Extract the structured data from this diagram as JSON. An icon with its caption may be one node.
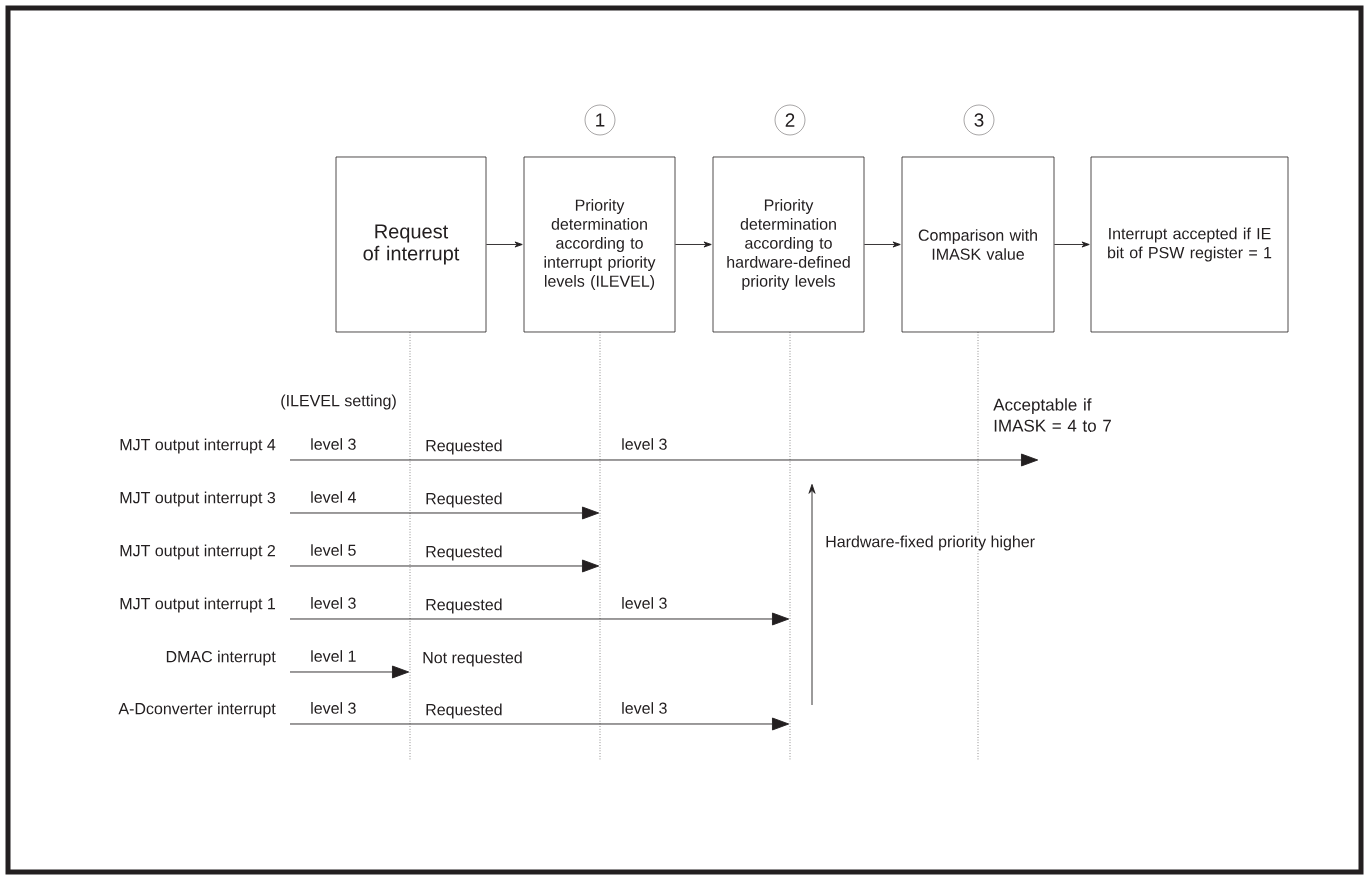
{
  "diagram": {
    "nodes": [
      {
        "text": [
          "1"
        ]
      },
      {
        "text": [
          "2"
        ]
      },
      {
        "text": [
          "3"
        ]
      },
      {
        "text": [
          "Request of interrupt"
        ]
      },
      {
        "text": [
          "Priority determination according to interrupt priority levels (ILEVEL)"
        ]
      },
      {
        "text": [
          "Priority determination according to hardware-defined priority levels"
        ]
      },
      {
        "text": [
          "Comparison with IMASK value"
        ]
      },
      {
        "text": [
          "Interrupt accepted if IE bit of PSW register = 1"
        ]
      },
      {
        "text": [
          "MJT output interrupt 4"
        ]
      },
      {
        "text": [
          "MJT output interrupt 3"
        ]
      },
      {
        "text": [
          "MJT output interrupt 2"
        ]
      },
      {
        "text": [
          "MJT output interrupt 1"
        ]
      },
      {
        "text": [
          "DMAC interrupt"
        ]
      },
      {
        "text": [
          "A-Dconverter interrupt"
        ]
      }
    ],
    "edges": [
      {
        "from": 3,
        "to": 4,
        "arrow": "to"
      },
      {
        "from": 4,
        "to": 5,
        "arrow": "to"
      },
      {
        "from": 5,
        "to": 6,
        "arrow": "to"
      },
      {
        "from": 6,
        "to": 7,
        "arrow": "to"
      },
      {
        "from": 8,
        "to": null,
        "arrow": "to"
      },
      {
        "from": 9,
        "to": null,
        "arrow": "to"
      },
      {
        "from": 10,
        "to": null,
        "arrow": "to"
      },
      {
        "from": 11,
        "to": null,
        "arrow": "to"
      },
      {
        "from": 12,
        "to": null,
        "arrow": "to"
      },
      {
        "from": 13,
        "to": null,
        "arrow": "to"
      }
    ],
    "labels": [
      "(ILEVEL setting)",
      "Acceptable if IMASK = 4 to 7",
      "level 3",
      "Requested",
      "level 3",
      "level 4",
      "Requested",
      "level 5",
      "Requested",
      "Hardware-fixed priority higher",
      "level 3",
      "Requested",
      "level 3",
      "level 1",
      "Not requested",
      "level 3",
      "Requested",
      "level 3"
    ]
  }
}
